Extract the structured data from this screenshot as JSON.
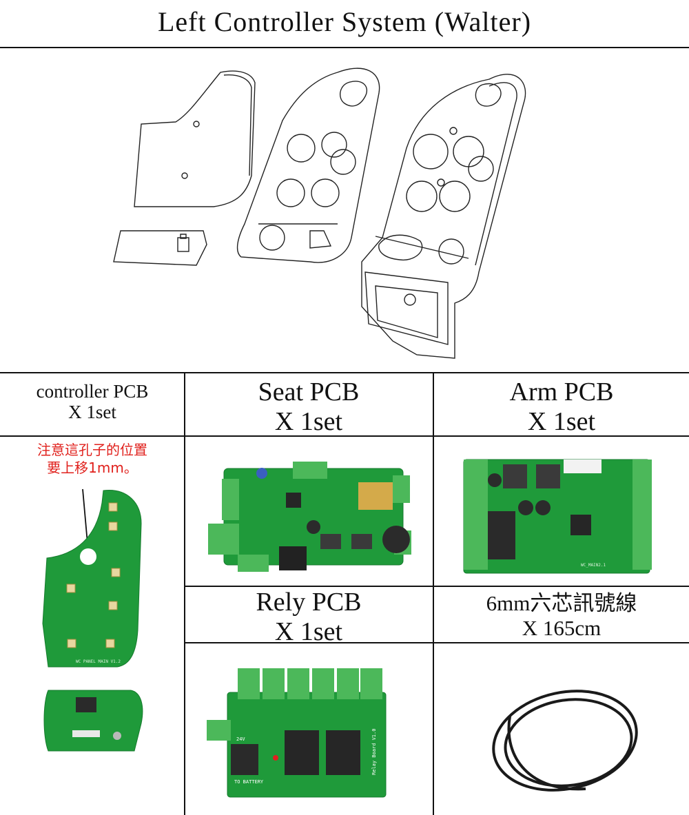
{
  "title": "Left Controller System (Walter)",
  "cells": {
    "controller": {
      "name": "controller PCB",
      "qty": "X 1set"
    },
    "seat": {
      "name": "Seat PCB",
      "qty": "X 1set"
    },
    "arm": {
      "name": "Arm PCB",
      "qty": "X 1set"
    },
    "rely": {
      "name": "Rely PCB",
      "qty": "X 1set"
    },
    "cable": {
      "name": "6mm六芯訊號線",
      "qty": "X 165cm"
    }
  },
  "note": {
    "line1": "注意這孔子的位置",
    "line2": "要上移1mm。"
  },
  "pcb_silkscreen": {
    "controller_panel": "WC PANEL MAIN V1.2",
    "arm": "WC_MAIN2.1",
    "rely": "Relay Board V1.0",
    "rely_battery": "TO BATTERY",
    "rely_voltage": "24V"
  },
  "colors": {
    "pcb": "#1f9a3a",
    "connector": "#4cb85a",
    "note": "#e0201c"
  }
}
